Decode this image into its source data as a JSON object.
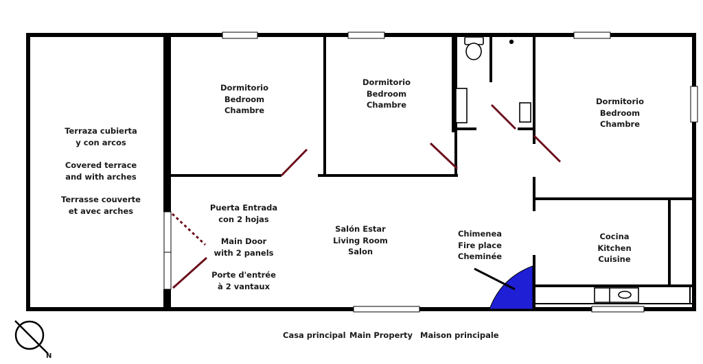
{
  "rooms": {
    "terrace": {
      "line1": "Terraza cubierta",
      "line2": "y con arcos",
      "line3": "Covered terrace",
      "line4": "and with arches",
      "line5": "Terrasse couverte",
      "line6": "et avec arches"
    },
    "bedroom1": {
      "es": "Dormitorio",
      "en": "Bedroom",
      "fr": "Chambre"
    },
    "bedroom2": {
      "es": "Dormitorio",
      "en": "Bedroom",
      "fr": "Chambre"
    },
    "bedroom3": {
      "es": "Dormitorio",
      "en": "Bedroom",
      "fr": "Chambre"
    },
    "entrance": {
      "line1": "Puerta Entrada",
      "line2": "con 2 hojas",
      "line3": "Main Door",
      "line4": "with 2 panels",
      "line5": "Porte d'entrée",
      "line6": "à 2 vantaux"
    },
    "living": {
      "es": "Salón Estar",
      "en": "Living Room",
      "fr": "Salon"
    },
    "fireplace": {
      "es": "Chimenea",
      "en": "Fire place",
      "fr": "Cheminée"
    },
    "kitchen": {
      "es": "Cocina",
      "en": "Kitchen",
      "fr": "Cuisine"
    }
  },
  "caption": {
    "es": "Casa principal",
    "en": "Main Property",
    "fr": "Maison principale"
  },
  "compass": {
    "label": "N"
  },
  "colors": {
    "wall": "#000000",
    "door": "#6b0f1a",
    "fireplace": "#1f1fd6",
    "window": "#ffffff"
  }
}
